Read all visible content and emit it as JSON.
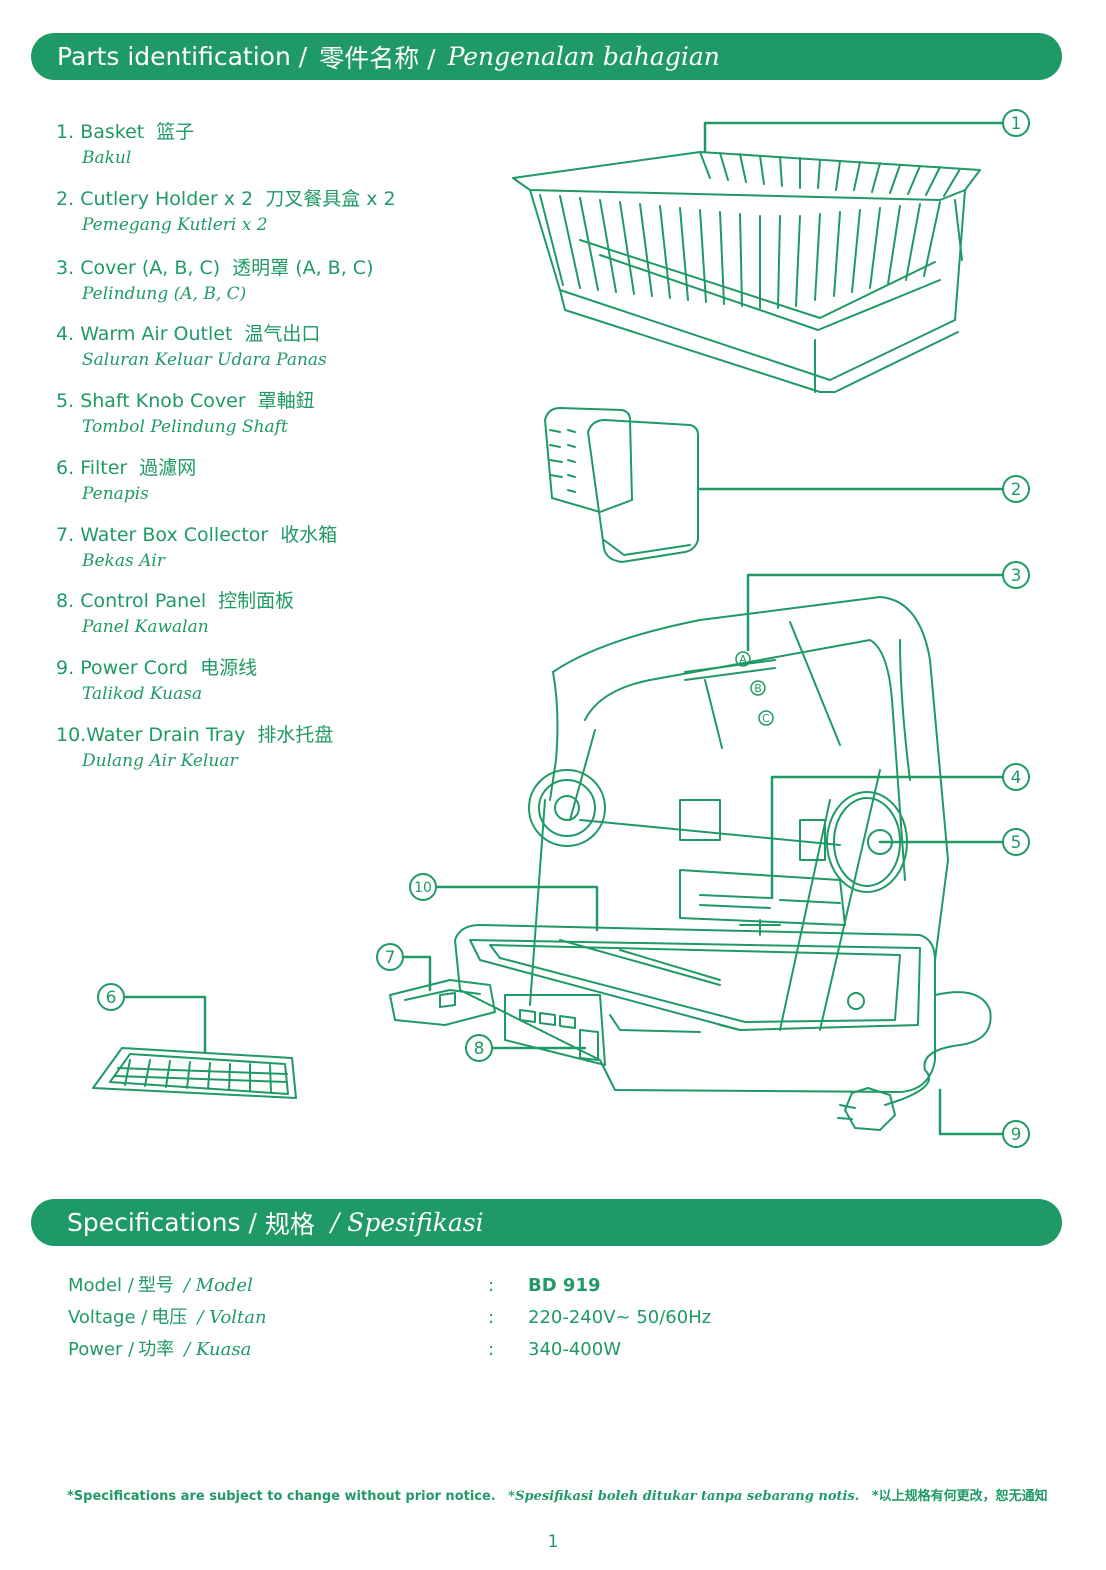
{
  "parts_header": {
    "en": "Parts identification /",
    "zh": "零件名称 /",
    "ms": "Pengenalan bahagian"
  },
  "parts": [
    {
      "num": "1.",
      "en": "Basket",
      "zh": "篮子",
      "ms": "Bakul"
    },
    {
      "num": "2.",
      "en": "Cutlery Holder x 2",
      "zh": "刀叉餐具盒  x  2",
      "ms": "Pemegang Kutleri  x 2"
    },
    {
      "num": "3.",
      "en": "Cover (A, B, C)",
      "zh": "透明罩 (A, B, C)",
      "ms": "Pelindung (A, B, C)"
    },
    {
      "num": "4.",
      "en": "Warm Air Outlet",
      "zh": "温气出口",
      "ms": "Saluran Keluar Udara Panas"
    },
    {
      "num": "5.",
      "en": "Shaft Knob Cover",
      "zh": "罩軸鈕",
      "ms": "Tombol Pelindung Shaft"
    },
    {
      "num": "6.",
      "en": "Filter",
      "zh": "過濾网",
      "ms": "Penapis"
    },
    {
      "num": "7.",
      "en": "Water Box Collector",
      "zh": "收水箱",
      "ms": "Bekas Air"
    },
    {
      "num": "8.",
      "en": "Control Panel",
      "zh": "控制面板",
      "ms": "Panel Kawalan"
    },
    {
      "num": "9.",
      "en": "Power Cord",
      "zh": "电源线",
      "ms": "Talikod Kuasa"
    },
    {
      "num": "10.",
      "en": "Water Drain Tray",
      "zh": "排水托盘",
      "ms": "Dulang Air Keluar"
    }
  ],
  "callouts": [
    "1",
    "2",
    "3",
    "4",
    "5",
    "6",
    "7",
    "8",
    "9",
    "10"
  ],
  "cover_labels": [
    "A",
    "B",
    "C"
  ],
  "specs_header": {
    "en": "Specifications /",
    "zh": "规格",
    "ms": "/ Spesifikasi"
  },
  "specs": [
    {
      "label_en": "Model /",
      "label_zh": "型号",
      "label_ms": "/ Model",
      "value": "BD 919"
    },
    {
      "label_en": "Voltage /",
      "label_zh": "电压",
      "label_ms": "/ Voltan",
      "value": "220-240V~  50/60Hz"
    },
    {
      "label_en": "Power /",
      "label_zh": "功率",
      "label_ms": "/ Kuasa",
      "value": "340-400W"
    }
  ],
  "colon": ":",
  "footnote": {
    "en": "*Specifications are subject to change without prior notice.",
    "ms": "*Spesifikasi boleh ditukar tanpa sebarang notis.",
    "zh": "*以上规格有何更改，恕无通知"
  },
  "page_number": "1",
  "colors": {
    "brand_green": "#1f9a66",
    "background": "#ffffff"
  }
}
